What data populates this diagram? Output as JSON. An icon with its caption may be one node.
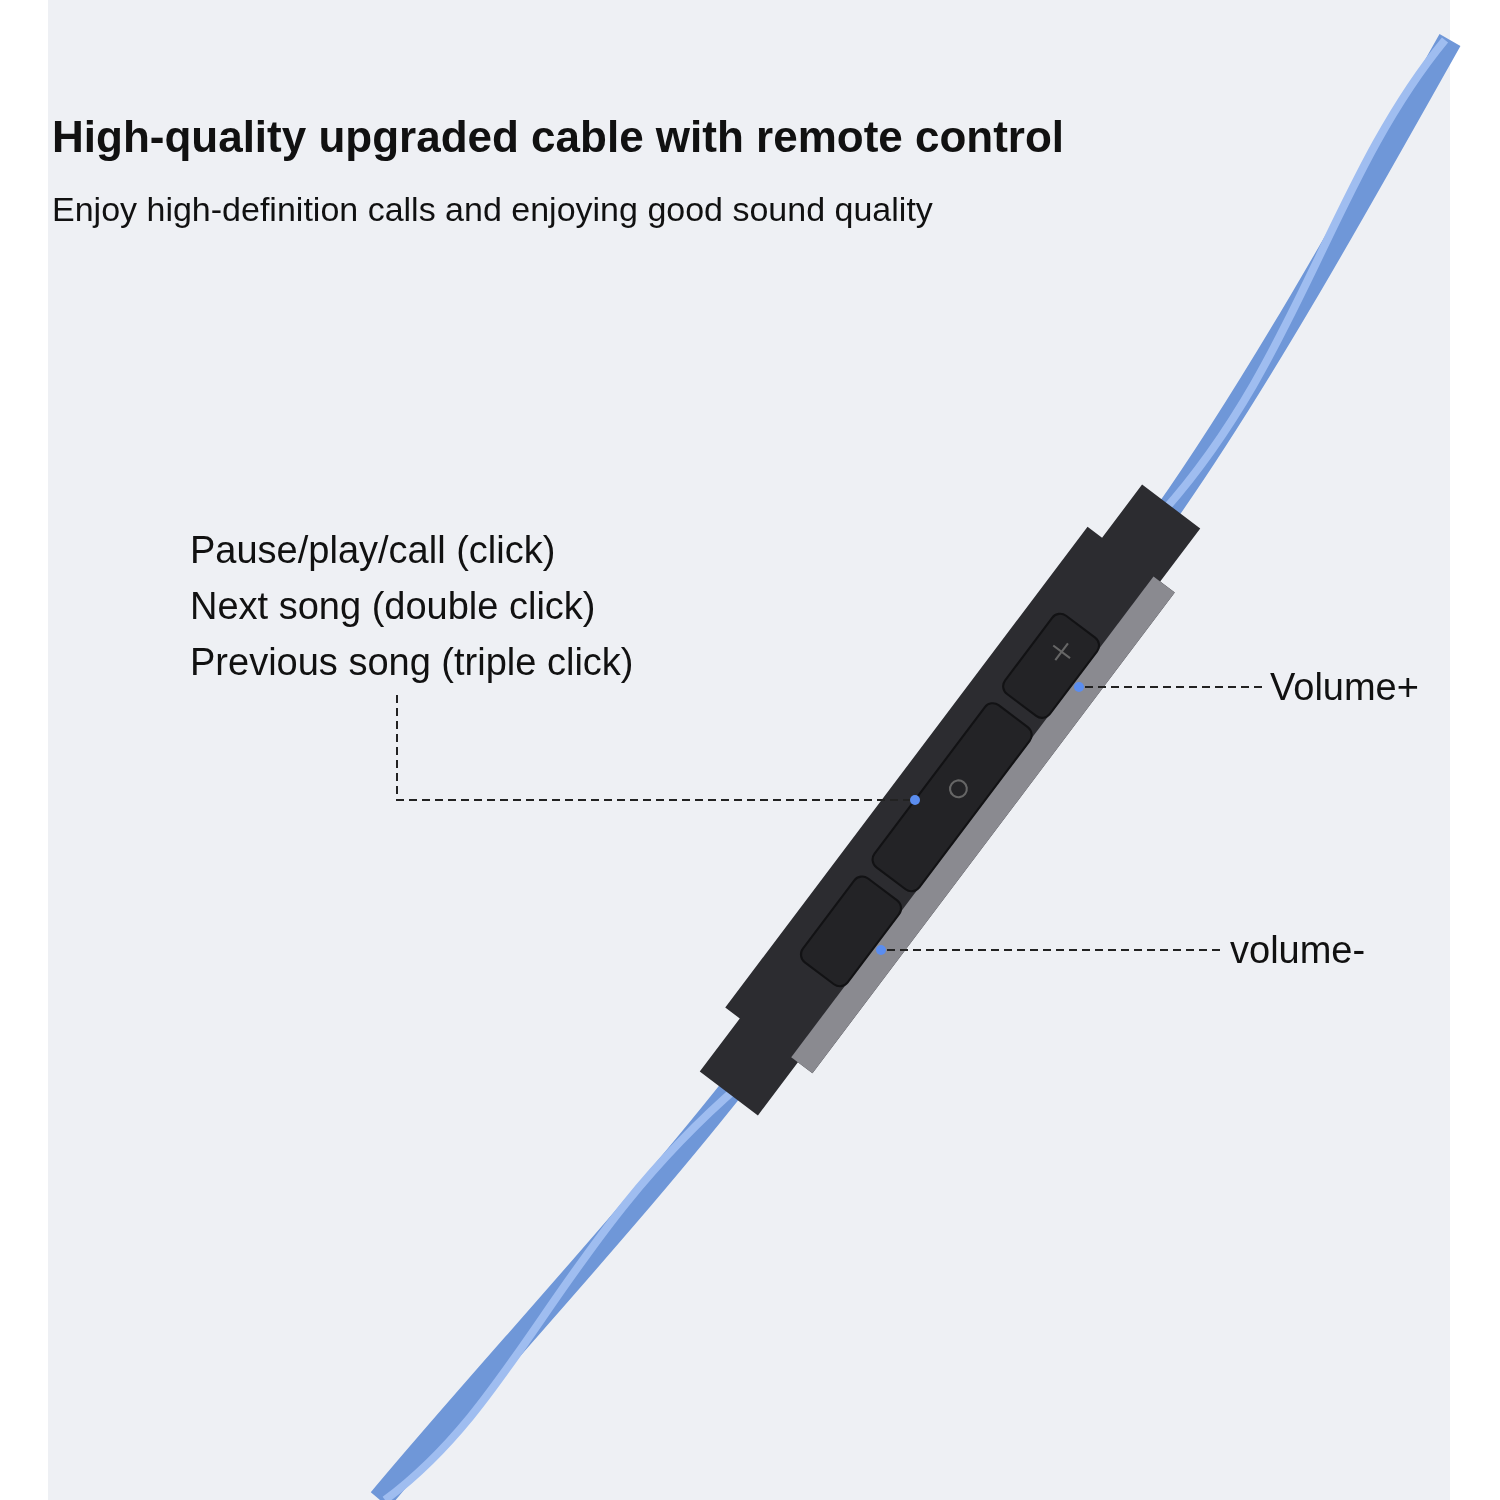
{
  "diagram": {
    "title": "High-quality upgraded cable with remote control",
    "nodes": [
      {
        "text": [],
        "shape": "picture"
      },
      {
        "text": [],
        "shape": "box",
        "in": 0
      },
      {
        "text": [],
        "shape": "box",
        "in": 0
      },
      {
        "text": [],
        "shape": "box",
        "in": 0
      },
      {
        "text": [
          "Pause/play/call (click)",
          "Next song (double click)",
          "Previous song (triple click)"
        ]
      },
      {
        "text": [
          "Volume+"
        ]
      },
      {
        "text": [
          "volume-"
        ]
      }
    ],
    "edges": [
      {
        "from": 4,
        "to": 2,
        "arrow": "other",
        "style": "dashed"
      },
      {
        "from": 5,
        "to": 1,
        "arrow": "other",
        "style": "dashed"
      },
      {
        "from": 6,
        "to": 3,
        "arrow": "other",
        "style": "dashed"
      }
    ],
    "labels": [
      "Enjoy high-definition calls and enjoying good sound quality"
    ]
  }
}
